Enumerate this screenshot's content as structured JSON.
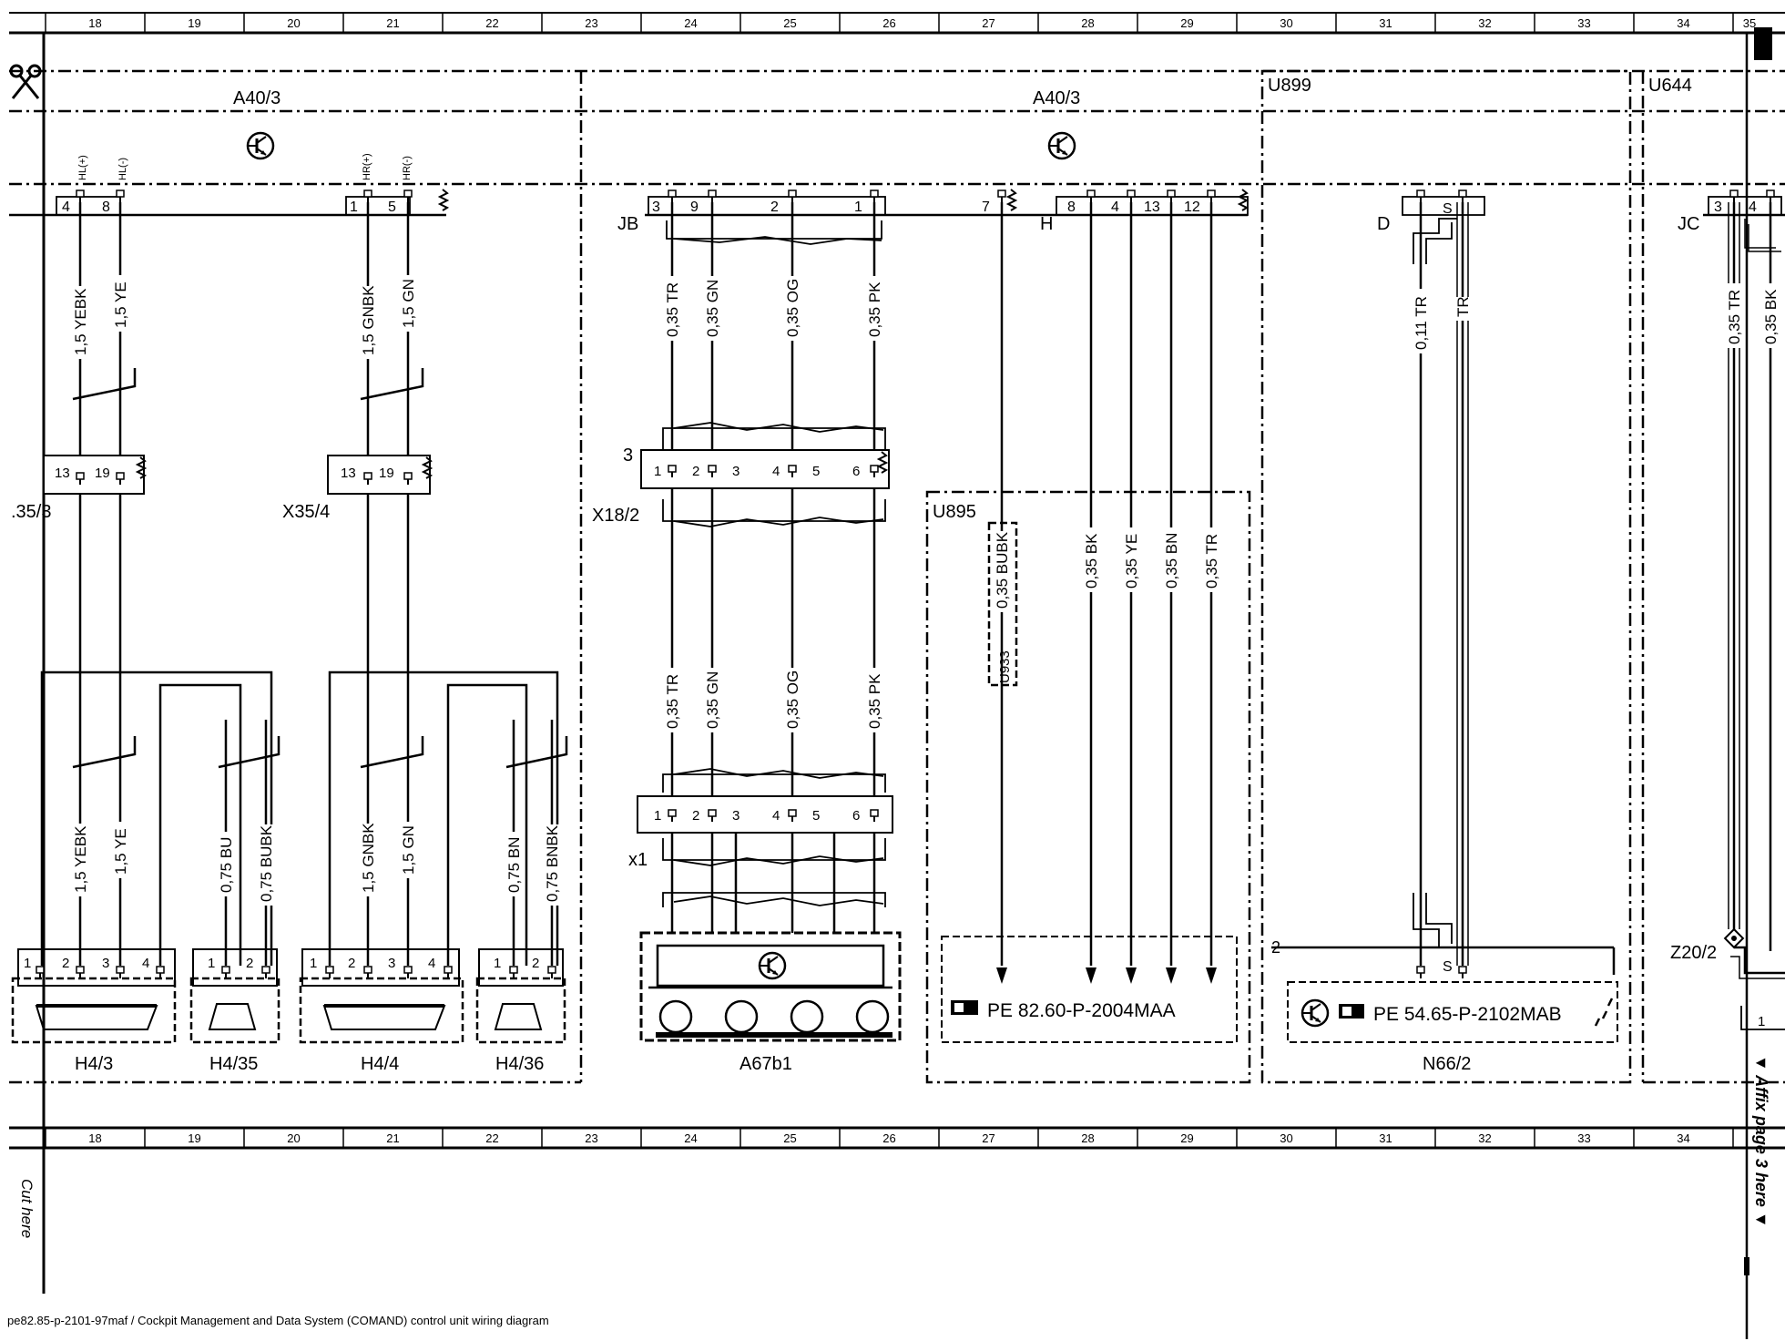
{
  "grid_numbers": [
    "18",
    "19",
    "20",
    "21",
    "22",
    "23",
    "24",
    "25",
    "26",
    "27",
    "28",
    "29",
    "30",
    "31",
    "32",
    "33",
    "34"
  ],
  "grid_top_cut": "35",
  "blocks": {
    "a403_left": "A40/3",
    "a403_right": "A40/3",
    "u899": "U899",
    "u644": "U644",
    "u895": "U895",
    "u933": "U933"
  },
  "signals": {
    "hl_plus": "HL(+)",
    "hl_minus": "HL(-)",
    "hr_plus": "HR(+)",
    "hr_minus": "HR(-)"
  },
  "connector_labels": {
    "jb": "JB",
    "h": "H",
    "d": "D",
    "jc": "JC",
    "s_top": "S",
    "s_bottom": "S",
    "x35_3": ".35/3",
    "x35_4": "X35/4",
    "x18_2": "X18/2",
    "x18_2_num": "3",
    "x1": "x1",
    "z20_2": "Z20/2",
    "pin2_n66": "2"
  },
  "pins": {
    "hl_4": "4",
    "hl_8": "8",
    "hr_1": "1",
    "hr_5": "5",
    "jb_3": "3",
    "jb_9": "9",
    "jb_2": "2",
    "jb_1": "1",
    "jb_7": "7",
    "h_8": "8",
    "h_4": "4",
    "h_13": "13",
    "h_12": "12",
    "jc_3": "3",
    "jc_4": "4",
    "x353_13": "13",
    "x353_19": "19",
    "x354_13": "13",
    "x354_19": "19",
    "x18_1": "1",
    "x18_2": "2",
    "x18_3": "3",
    "x18_4": "4",
    "x18_5": "5",
    "x18_6": "6",
    "x1_1": "1",
    "x1_2": "2",
    "x1_3": "3",
    "x1_4": "4",
    "x1_5": "5",
    "x1_6": "6",
    "h43_1": "1",
    "h43_2": "2",
    "h43_3": "3",
    "h43_4": "4",
    "h435_1": "1",
    "h435_2": "2",
    "h44_1": "1",
    "h44_2": "2",
    "h44_3": "3",
    "h44_4": "4",
    "h436_1": "1",
    "h436_2": "2",
    "u644_1": "1"
  },
  "wires": {
    "w1": "1,5 YEBK",
    "w2": "1,5 YE",
    "w3": "1,5 GNBK",
    "w4": "1,5 GN",
    "w5": "0,35 TR",
    "w6": "0,35 GN",
    "w7": "0,35 OG",
    "w8": "0,35 PK",
    "w9": "0,35 BUBK",
    "w10": "0,35 BK",
    "w11": "0,35 YE",
    "w12": "0,35 BN",
    "w13": "0,35 TR",
    "w14": "0,11 TR",
    "w15": "TR",
    "w16": "0,35 TR",
    "w17": "0,35 BK",
    "w18": "0,35 TR",
    "w19": "0,35 GN",
    "w20": "0,35 OG",
    "w21": "0,35 PK",
    "w22": "1,5 YEBK",
    "w23": "1,5 YE",
    "w24": "0,75 BU",
    "w25": "0,75 BUBK",
    "w26": "1,5 GNBK",
    "w27": "1,5 GN",
    "w28": "0,75 BN",
    "w29": "0,75 BNBK"
  },
  "components": {
    "h43": "H4/3",
    "h435": "H4/35",
    "h44": "H4/4",
    "h436": "H4/36",
    "a67b1": "A67b1",
    "n66_2": "N66/2"
  },
  "references": {
    "ref1": "PE 82.60-P-2004MAA",
    "ref2": "PE 54.65-P-2102MAB"
  },
  "margin_text": {
    "cut_here": "Cut here",
    "affix": "▼ Affix page 3 here ▼"
  },
  "footer_caption": "pe82.85-p-2101-97maf / Cockpit Management and Data System (COMAND) control unit wiring diagram"
}
